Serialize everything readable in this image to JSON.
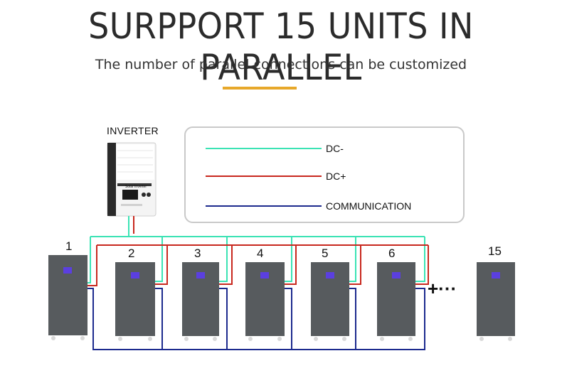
{
  "header": {
    "title": "SURPPORT 15 UNITS IN PARALLEL",
    "subtitle": "The number of parallel connections can be customized"
  },
  "inverter": {
    "label": "INVERTER",
    "brand_text": "Solar Inverter"
  },
  "legend": {
    "items": [
      {
        "label": "DC-",
        "color": "#3be3b4"
      },
      {
        "label": "DC+",
        "color": "#c8281e"
      },
      {
        "label": "COMMUNICATION",
        "color": "#1c2a8e"
      }
    ]
  },
  "units": [
    "1",
    "2",
    "3",
    "4",
    "5",
    "6",
    "15"
  ],
  "more_indicator": "+···",
  "colors": {
    "accent": "#e7a82a",
    "battery": "#575b5e",
    "screen": "#5b3fe0"
  }
}
